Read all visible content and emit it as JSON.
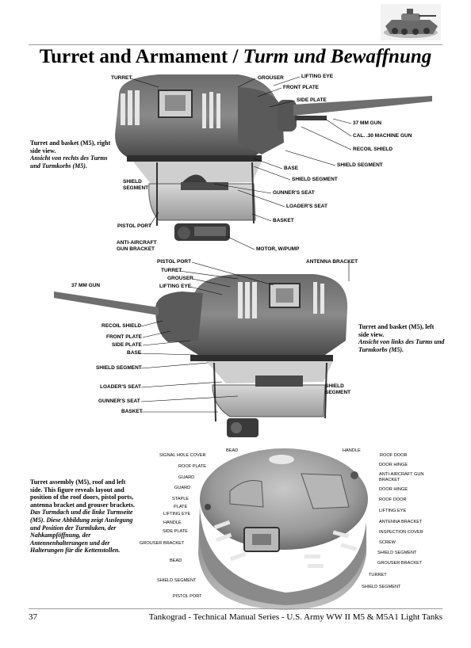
{
  "title": {
    "main": "Turret and Armament / ",
    "italic": "Turm und Bewaffnung"
  },
  "figure1": {
    "caption_en": "Turret and basket (M5), right side view.",
    "caption_de": "Ansicht von rechts des Turms und Turmkorbs (M5).",
    "labels": {
      "turret": "TURRET",
      "grouser": "GROUSER",
      "lifting_eye": "LIFTING EYE",
      "front_plate": "FRONT PLATE",
      "side_plate": "SIDE PLATE",
      "gun": "37 MM GUN",
      "mg": "CAL. .30 MACHINE GUN",
      "recoil_shield": "RECOIL SHIELD",
      "shield_segment": "SHIELD SEGMENT",
      "base": "BASE",
      "shield_segment_b": "SHIELD SEGMENT",
      "shield_segment_l": "SHIELD SEGMENT",
      "gunners_seat": "GUNNER'S SEAT",
      "loaders_seat": "LOADER'S SEAT",
      "basket": "BASKET",
      "pistol_port": "PISTOL PORT",
      "aa_bracket": "ANTI-AIRCRAFT GUN BRACKET",
      "motor": "MOTOR, W/PUMP"
    }
  },
  "figure2": {
    "caption_en": "Turret and basket (M5), left side view.",
    "caption_de": "Ansicht von links des Turms und Turmkorbs (M5).",
    "labels": {
      "pistol_port": "PISTOL PORT",
      "turret": "TURRET",
      "grouser": "GROUSER",
      "lifting_eye": "LIFTING EYE",
      "antenna_bracket": "ANTENNA BRACKET",
      "gun": "37 MM GUN",
      "recoil_shield": "RECOIL SHIELD",
      "front_plate": "FRONT PLATE",
      "side_plate": "SIDE PLATE",
      "base": "BASE",
      "shield_segment": "SHIELD SEGMENT",
      "loaders_seat": "LOADER'S SEAT",
      "gunners_seat": "GUNNER'S SEAT",
      "basket": "BASKET",
      "shield_segment_r": "SHIELD SEGMENT"
    }
  },
  "figure3": {
    "caption_en": "Turret assembly (M5), roof and left side. This figure reveals layout and position of the roof doors, pistol ports, antenna bracket and grouser brackets.",
    "caption_de": "Das Turmdach und die linke Turmseite (M5). Diese Abbildung zeigt Auslegung und Position der Turmluken, der Nahkampföffnung, der Antennenhalterungen und der Halterungen für die Kettenstollen.",
    "labels": {
      "bead": "BEAD",
      "signal_hole_cover": "SIGNAL HOLE COVER",
      "roof_plate": "ROOF PLATE",
      "guard": "GUARD",
      "guard2": "GUARD",
      "staple": "STAPLE",
      "plate": "PLATE",
      "lifting_eye": "LIFTING EYE",
      "handle_l": "HANDLE",
      "side_plate": "SIDE PLATE",
      "grouser_bracket_l": "GROUSER BRACKET",
      "bead_l": "BEAD",
      "shield_segment_l": "SHIELD SEGMENT",
      "pistol_port": "PISTOL PORT",
      "handle": "HANDLE",
      "roof_door": "ROOF DOOR",
      "door_hinge": "DOOR HINGE",
      "aa_bracket": "ANTI-AIRCRAFT GUN BRACKET",
      "door_hinge2": "DOOR HINGE",
      "roof_door2": "ROOF DOOR",
      "lifting_eye_r": "LIFTING EYE",
      "antenna_bracket": "ANTENNA BRACKET",
      "inspection_cover": "INSPECTION COVER",
      "screw": "SCREW",
      "shield_segment_r": "SHIELD SEGMENT",
      "grouser_bracket_r": "GROUSER BRACKET",
      "turret": "TURRET",
      "shield_segment_b": "SHIELD SEGMENT"
    }
  },
  "footer": {
    "page_number": "37",
    "series": "Tankograd - Technical Manual Series - U.S. Army WW II M5 & M5A1 Light Tanks"
  }
}
